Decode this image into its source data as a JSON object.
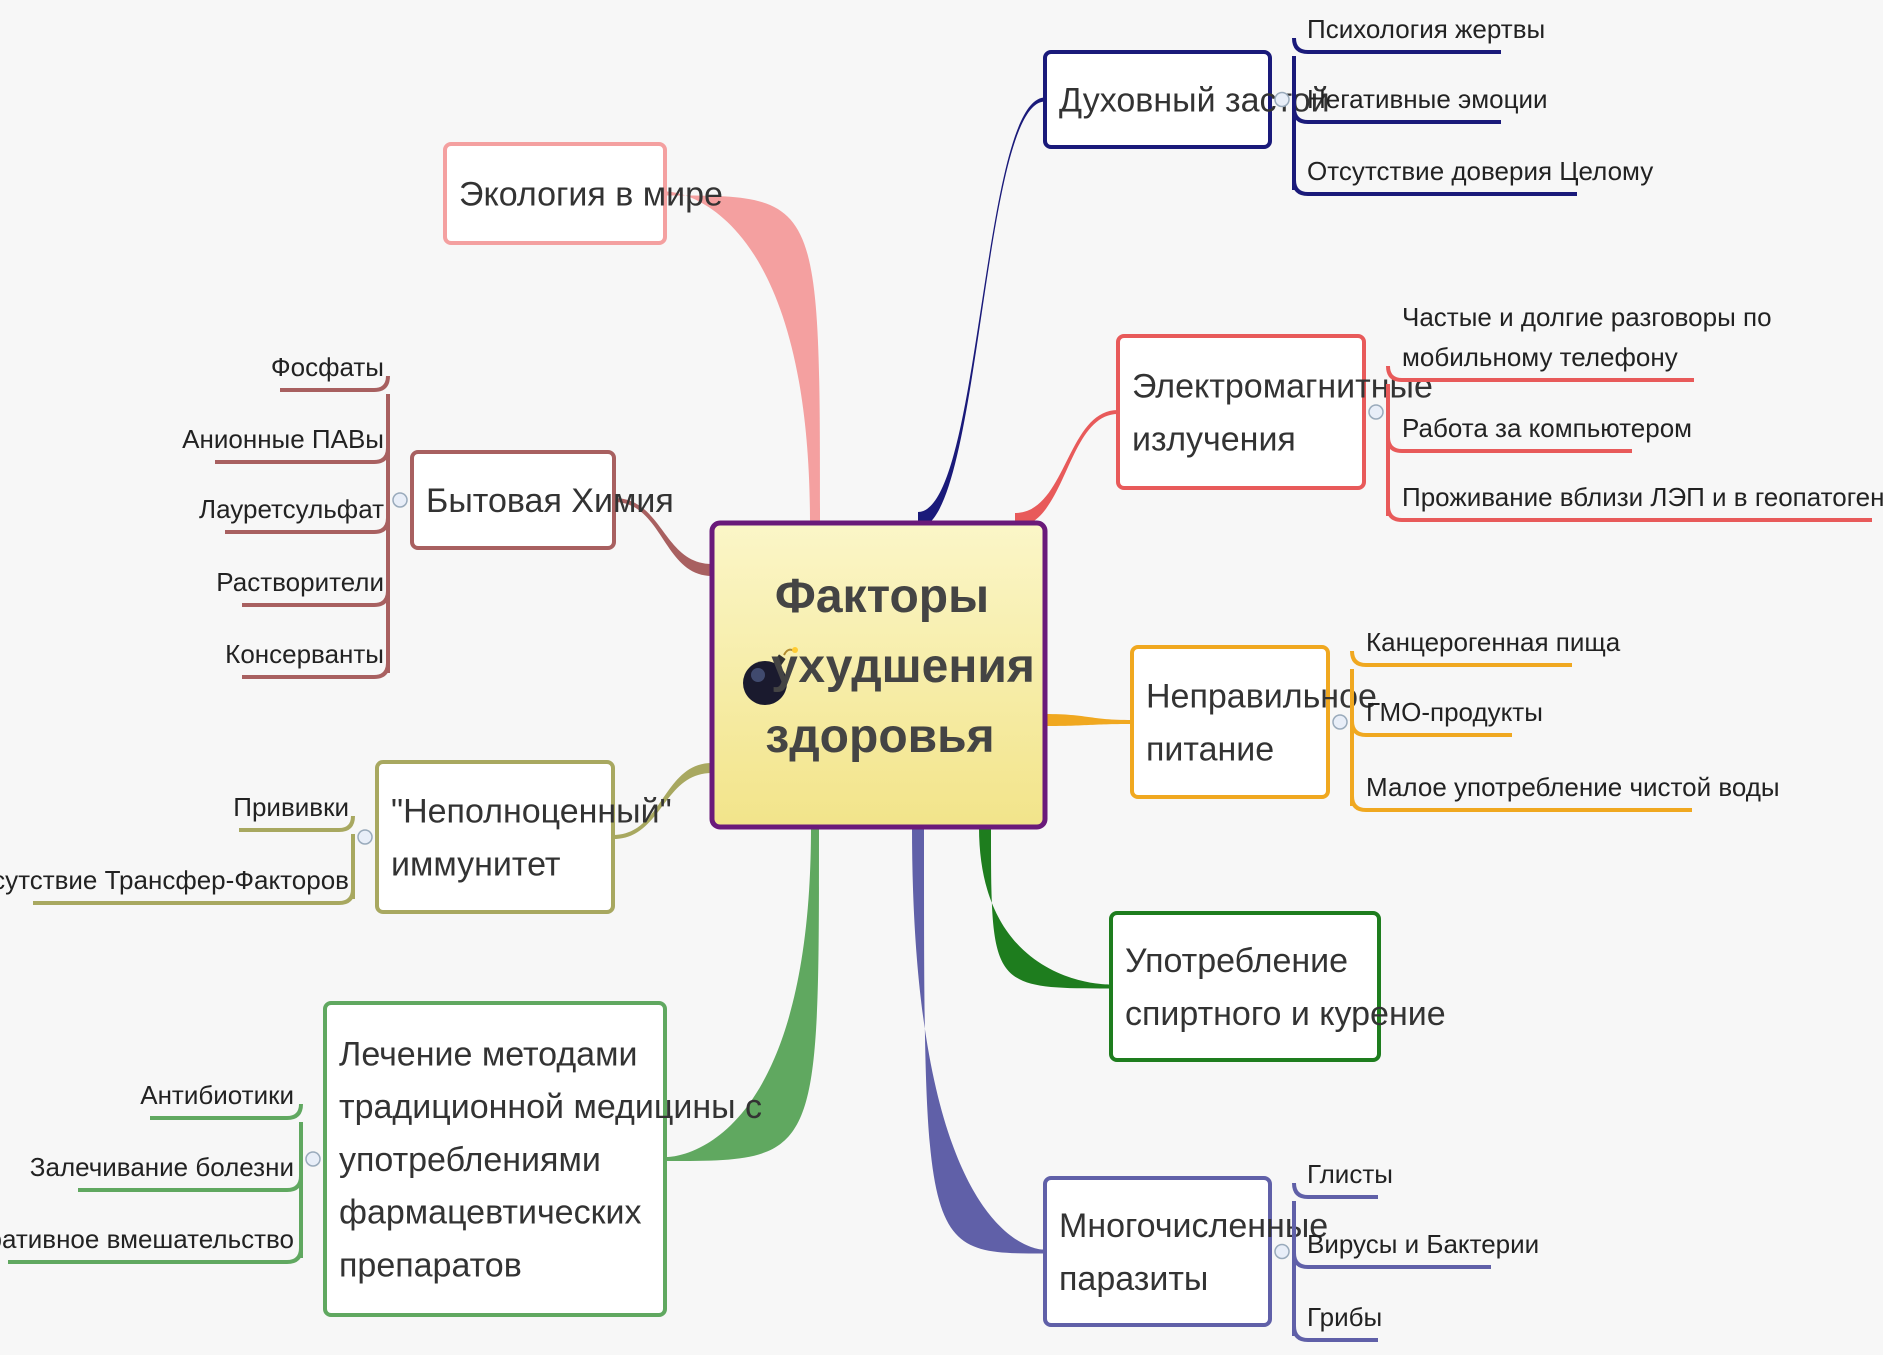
{
  "central": {
    "lines": [
      "Факторы",
      "ухудшения",
      "здоровья"
    ],
    "icon": "bomb-icon"
  },
  "colors": {
    "spiritual": "#1a1a7a",
    "emf": "#e85a5a",
    "nutrition": "#f0a820",
    "alcohol": "#1e7d1e",
    "parasites": "#6060a8",
    "ecology": "#f4a0a0",
    "chemistry": "#a86060",
    "immunity": "#a8a860",
    "medicine": "#60a860",
    "central_border": "#6a1a7a",
    "central_fill": "#f8f0b0"
  },
  "branches": {
    "spiritual": {
      "lines": [
        "Духовный застой"
      ],
      "leaves": [
        [
          "Психология жертвы"
        ],
        [
          "Негативные эмоции"
        ],
        [
          "Отсутствие доверия Целому"
        ]
      ]
    },
    "emf": {
      "lines": [
        "Электромагнитные",
        "излучения"
      ],
      "leaves": [
        [
          "Частые и долгие разговоры по",
          "мобильному телефону"
        ],
        [
          "Работа за компьютером"
        ],
        [
          "Проживание вблизи ЛЭП и в геопатогенных зонах"
        ]
      ]
    },
    "nutrition": {
      "lines": [
        "Неправильное",
        "питание"
      ],
      "leaves": [
        [
          "Канцерогенная пища"
        ],
        [
          "ГМО-продукты"
        ],
        [
          "Малое употребление чистой воды"
        ]
      ]
    },
    "alcohol": {
      "lines": [
        "Употребление",
        "спиртного и курение"
      ],
      "leaves": []
    },
    "parasites": {
      "lines": [
        "Многочисленные",
        "паразиты"
      ],
      "leaves": [
        [
          "Глисты"
        ],
        [
          "Вирусы и Бактерии"
        ],
        [
          "Грибы"
        ]
      ]
    },
    "ecology": {
      "lines": [
        "Экология в мире"
      ],
      "leaves": []
    },
    "chemistry": {
      "lines": [
        "Бытовая Химия"
      ],
      "leaves": [
        [
          "Фосфаты"
        ],
        [
          "Анионные ПАВы"
        ],
        [
          "Лауретсульфат"
        ],
        [
          "Растворители"
        ],
        [
          "Консерванты"
        ]
      ]
    },
    "immunity": {
      "lines": [
        "\"Неполноценный\"",
        "иммунитет"
      ],
      "leaves": [
        [
          "Прививки"
        ],
        [
          "Отсутствие Трансфер-Факторов"
        ]
      ]
    },
    "medicine": {
      "lines": [
        "Лечение методами",
        "традиционной медицины с",
        "употреблениями",
        "фармацевтических",
        "препаратов"
      ],
      "leaves": [
        [
          "Антибиотики"
        ],
        [
          "Залечивание болезни"
        ],
        [
          "Оперативное вмешательство"
        ]
      ]
    }
  }
}
